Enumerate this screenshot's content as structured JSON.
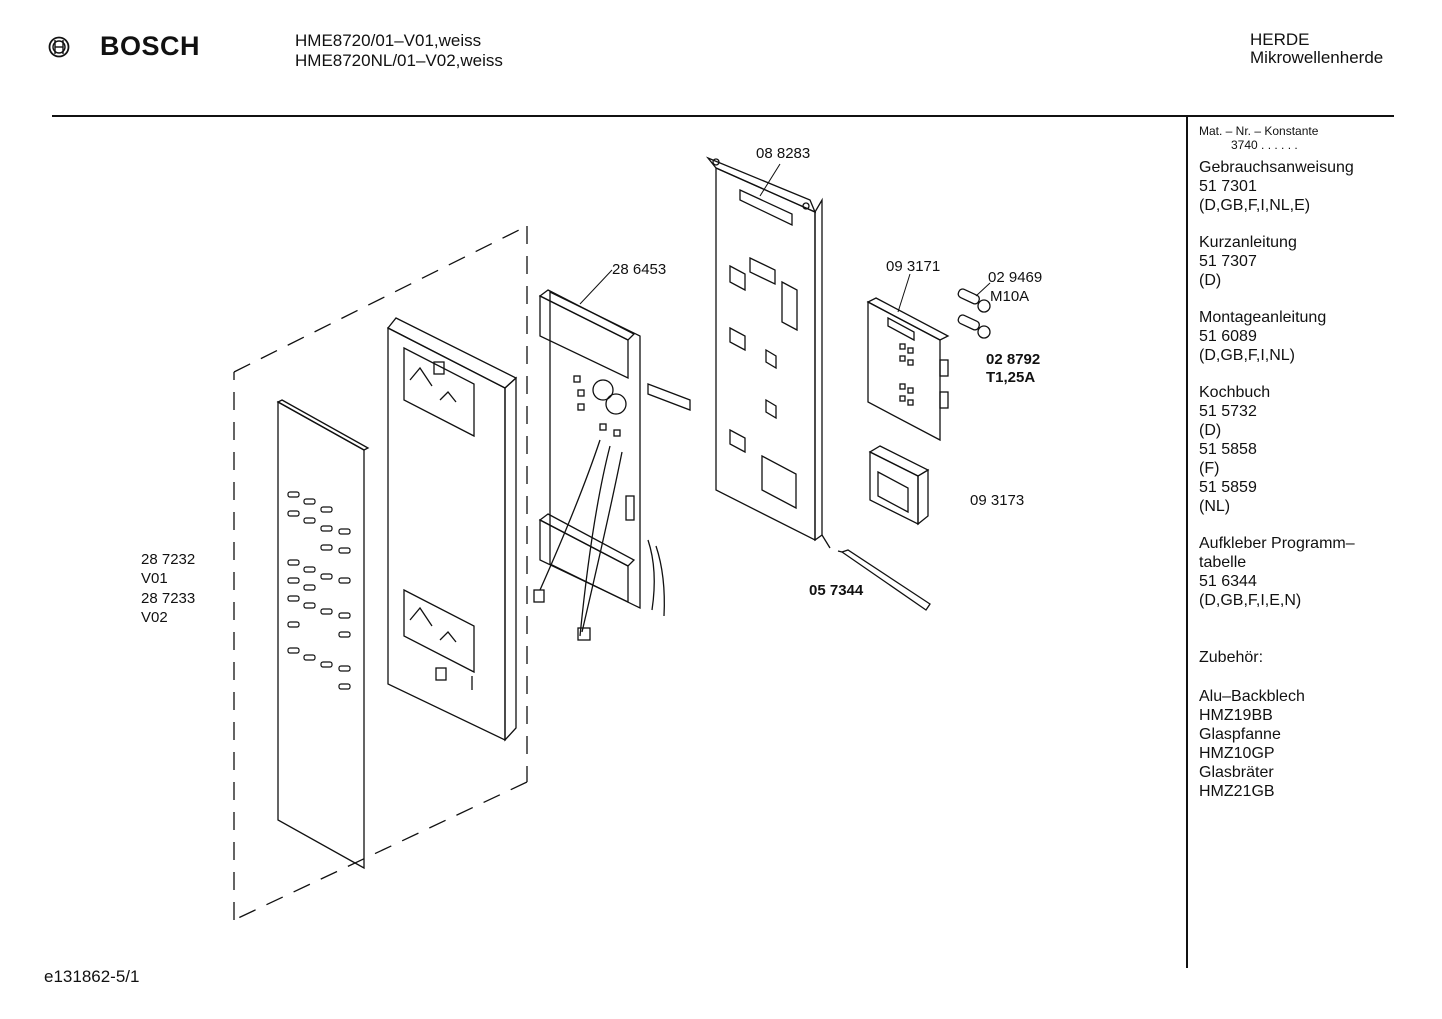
{
  "header": {
    "brand": "BOSCH",
    "models": [
      "HME8720/01–V01,weiss",
      "HME8720NL/01–V02,weiss"
    ],
    "category": [
      "HERDE",
      "Mikrowellenherde"
    ]
  },
  "sidebar": {
    "mat_label": "Mat. – Nr. – Konstante",
    "mat_value": "3740 . . . . . .",
    "groups": [
      [
        "Gebrauchsanweisung",
        "51 7301",
        "(D,GB,F,I,NL,E)"
      ],
      [
        "Kurzanleitung",
        "51 7307",
        "(D)"
      ],
      [
        "Montageanleitung",
        "51 6089",
        "(D,GB,F,I,NL)"
      ],
      [
        "Kochbuch",
        "51 5732",
        "(D)",
        "51 5858",
        "(F)",
        "51 5859",
        "(NL)"
      ],
      [
        "Aufkleber Programm–",
        "tabelle",
        "51 6344",
        "(D,GB,F,I,E,N)"
      ],
      [
        "Zubehör:"
      ],
      [
        "Alu–Backblech",
        "HMZ19BB",
        "Glaspfanne",
        "HMZ10GP",
        "Glasbräter",
        "HMZ21GB"
      ]
    ]
  },
  "parts": {
    "p088283": "08 8283",
    "p286453": "28 6453",
    "p093171": "09 3171",
    "p029469": "02 9469",
    "m10a": "M10A",
    "p028792": "02 8792",
    "t125a": "T1,25A",
    "p093173": "09 3173",
    "p057344": "05 7344",
    "p287232": "28 7232",
    "v01": "V01",
    "p287233": "28 7233",
    "v02": "V02"
  },
  "footer": {
    "code": "e131862-5/1"
  }
}
